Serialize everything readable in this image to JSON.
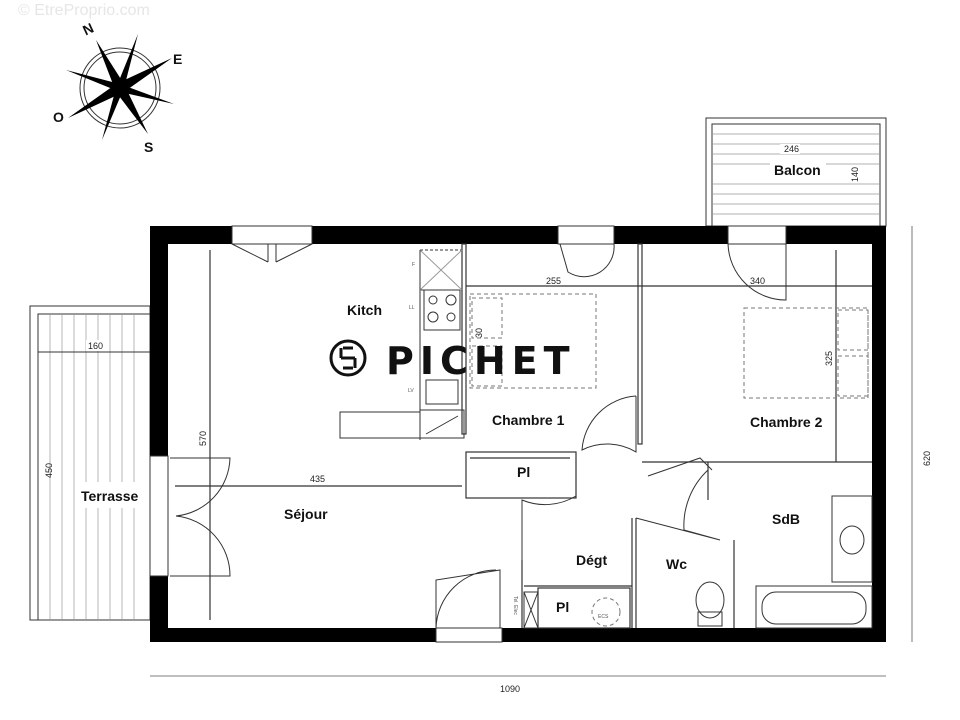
{
  "watermark": "© EtreProprio.com",
  "logo": {
    "text": "PICHET"
  },
  "compass": {
    "n": "N",
    "e": "E",
    "s": "S",
    "o": "O"
  },
  "rooms": {
    "balcon": "Balcon",
    "kitch": "Kitch",
    "chambre1": "Chambre 1",
    "chambre2": "Chambre 2",
    "terrasse": "Terrasse",
    "sejour": "Séjour",
    "placard1": "Pl",
    "placard2": "Pl",
    "degt": "Dégt",
    "wc": "Wc",
    "sdb": "SdB"
  },
  "dimensions": {
    "balcon_width": "246",
    "balcon_depth": "140",
    "chambre1_width": "255",
    "chambre1_bed": "30",
    "chambre2_width": "340",
    "chambre2_depth": "325",
    "terrasse_width": "160",
    "terrasse_depth": "450",
    "sejour_depth": "570",
    "sejour_width": "435",
    "total_depth": "620",
    "total_width": "1090"
  },
  "fixtures": {
    "fridge": "F",
    "dishwasher": "LL",
    "washer": "LV",
    "water_heater": "ECS",
    "tel_elec": "Tel. Elec"
  }
}
